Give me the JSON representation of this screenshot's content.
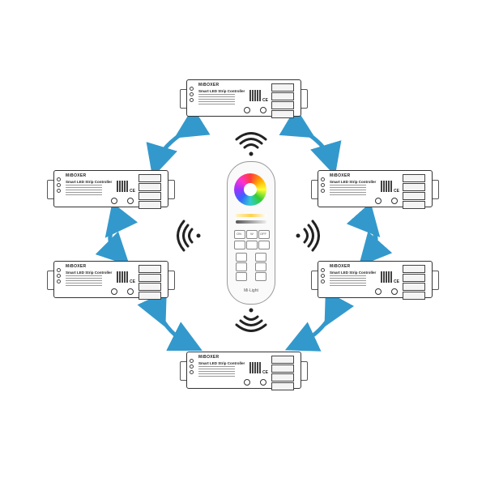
{
  "colors": {
    "arrow": "#3399cc",
    "signal": "#222222"
  },
  "icons": [
    "wifi-signal-icon",
    "rgb-color-wheel-icon",
    "bidirectional-arrow-icon"
  ],
  "controller": {
    "brand": "MiBOXER",
    "title": "Smart LED Strip Controller",
    "mark": "CE"
  },
  "remote": {
    "brand": "Mi·Light",
    "buttons": [
      "ON",
      "W",
      "OFF"
    ]
  }
}
